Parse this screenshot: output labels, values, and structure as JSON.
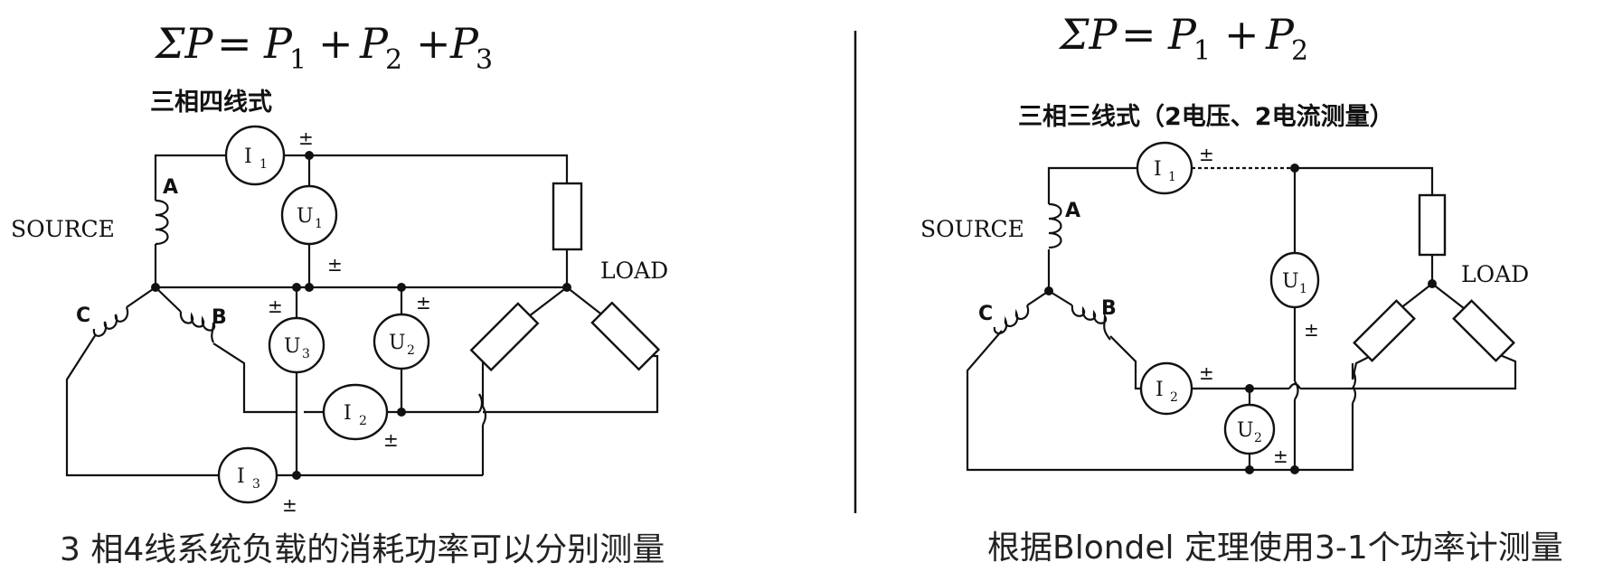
{
  "left": {
    "formula": {
      "lead": "ΣP",
      "eq": "=",
      "p1": "P",
      "s1": "1",
      "plus1": "+",
      "p2": "P",
      "s2": "2",
      "plus2": "+",
      "p3": "P",
      "s3": "3"
    },
    "subtitle": "三相四线式",
    "source_label": "SOURCE",
    "load_label": "LOAD",
    "phase_a": "A",
    "phase_b": "B",
    "phase_c": "C",
    "meters": {
      "i1": {
        "letter": "I",
        "sub": "1"
      },
      "u1": {
        "letter": "U",
        "sub": "1"
      },
      "u3": {
        "letter": "U",
        "sub": "3"
      },
      "u2": {
        "letter": "U",
        "sub": "2"
      },
      "i2": {
        "letter": "I",
        "sub": "2"
      },
      "i3": {
        "letter": "I",
        "sub": "3"
      }
    },
    "pm": "±",
    "caption": "3 相4线系统负载的消耗功率可以分别测量"
  },
  "right": {
    "formula": {
      "lead": "ΣP",
      "eq": "=",
      "p1": "P",
      "s1": "1",
      "plus1": "+",
      "p2": "P",
      "s2": "2"
    },
    "subtitle": "三相三线式（2电压、2电流测量）",
    "source_label": "SOURCE",
    "load_label": "LOAD",
    "phase_a": "A",
    "phase_b": "B",
    "phase_c": "C",
    "meters": {
      "i1": {
        "letter": "I",
        "sub": "1"
      },
      "u1": {
        "letter": "U",
        "sub": "1"
      },
      "i2": {
        "letter": "I",
        "sub": "2"
      },
      "u2": {
        "letter": "U",
        "sub": "2"
      }
    },
    "pm": "±",
    "caption": "根据Blondel  定理使用3-1个功率计测量"
  }
}
